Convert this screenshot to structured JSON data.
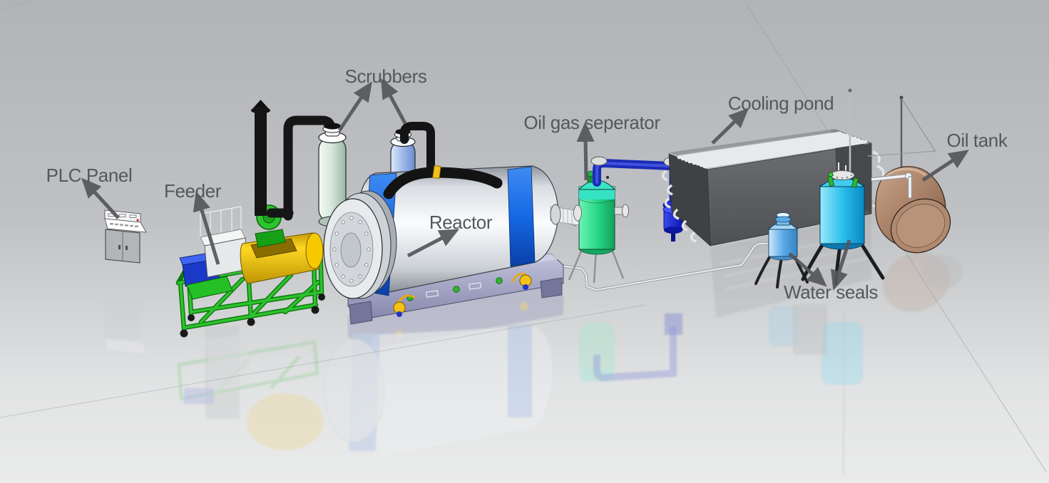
{
  "diagram": {
    "type": "3d-plant-layout",
    "labels": {
      "plc_panel": "PLC Panel",
      "feeder": "Feeder",
      "scrubbers": "Scrubbers",
      "reactor": "Reactor",
      "oil_gas_separator": "Oil gas seperator",
      "cooling_pond": "Cooling pond",
      "oil_tank": "Oil tank",
      "water_seals": "Water seals"
    },
    "colors": {
      "background_top": "#b1b3b7",
      "background_bottom": "#eaebeb",
      "label_text": "#55575a",
      "arrow": "#55565a",
      "reactor_body": "#f5f7f9",
      "reactor_band": "#1668e3",
      "reactor_base": "#a3a4c6",
      "feeder_frame": "#22b422",
      "feeder_screw": "#ffcc00",
      "feeder_motor": "#2747d8",
      "blower": "#28c828",
      "scrubber_left": "#d8e8dc",
      "scrubber_right": "#9db8ea",
      "exhaust_pipe": "#141414",
      "separator_body": "#2ad887",
      "separator_top": "#38e4c8",
      "gas_pipe": "#1b2cb8",
      "cooling_pond_wall": "#55575a",
      "condenser_tube": "#e9eaeb",
      "water_seal_small": "#5aabe8",
      "water_seal_large": "#28b8e8",
      "oil_tank_body": "#a57e65",
      "plc_panel_body": "#b2b6b8"
    }
  }
}
